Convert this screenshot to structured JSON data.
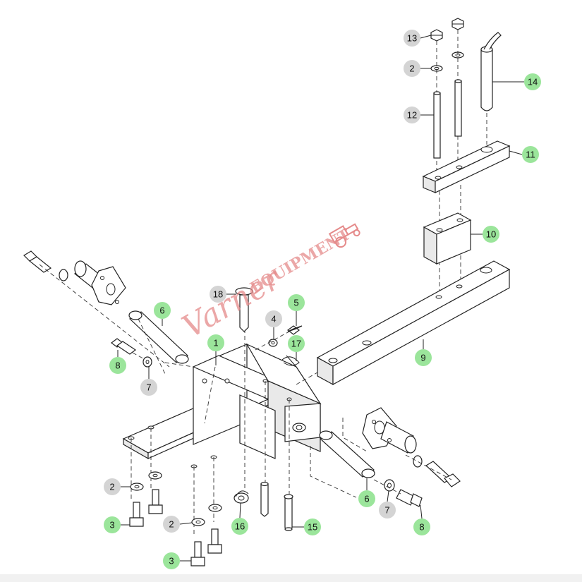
{
  "colors": {
    "green": "#9be59b",
    "grey": "#d4d4d4",
    "watermark": "#e58a8a"
  },
  "watermark": {
    "script": "Varner",
    "caps": "EQUIPMENT"
  },
  "callouts": [
    {
      "id": "c13",
      "label": "13",
      "color": "grey"
    },
    {
      "id": "c2a",
      "label": "2",
      "color": "grey"
    },
    {
      "id": "c12",
      "label": "12",
      "color": "grey"
    },
    {
      "id": "c14",
      "label": "14",
      "color": "green"
    },
    {
      "id": "c11",
      "label": "11",
      "color": "green"
    },
    {
      "id": "c10",
      "label": "10",
      "color": "green"
    },
    {
      "id": "c9",
      "label": "9",
      "color": "green"
    },
    {
      "id": "c18",
      "label": "18",
      "color": "grey"
    },
    {
      "id": "c6a",
      "label": "6",
      "color": "green"
    },
    {
      "id": "c1",
      "label": "1",
      "color": "green"
    },
    {
      "id": "c4",
      "label": "4",
      "color": "grey"
    },
    {
      "id": "c5",
      "label": "5",
      "color": "green"
    },
    {
      "id": "c17",
      "label": "17",
      "color": "green"
    },
    {
      "id": "c8a",
      "label": "8",
      "color": "green"
    },
    {
      "id": "c7a",
      "label": "7",
      "color": "grey"
    },
    {
      "id": "c2b",
      "label": "2",
      "color": "grey"
    },
    {
      "id": "c3a",
      "label": "3",
      "color": "green"
    },
    {
      "id": "c2c",
      "label": "2",
      "color": "grey"
    },
    {
      "id": "c16",
      "label": "16",
      "color": "green"
    },
    {
      "id": "c15",
      "label": "15",
      "color": "green"
    },
    {
      "id": "c3b",
      "label": "3",
      "color": "green"
    },
    {
      "id": "c6b",
      "label": "6",
      "color": "green"
    },
    {
      "id": "c7b",
      "label": "7",
      "color": "grey"
    },
    {
      "id": "c8b",
      "label": "8",
      "color": "green"
    }
  ]
}
